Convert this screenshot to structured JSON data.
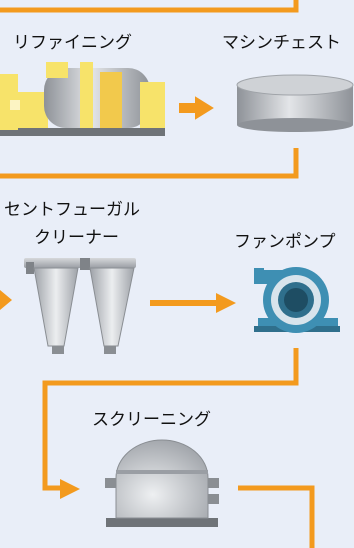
{
  "process_steps": {
    "refining": "リファイニング",
    "machine_chest": "マシンチェスト",
    "centrifugal_cleaner_line1": "セントフューガル",
    "centrifugal_cleaner_line2": "クリーナー",
    "fan_pump": "ファンポンプ",
    "screening": "スクリーニング"
  },
  "colors": {
    "background": "#e9eef8",
    "flow_arrow": "#f39a1e",
    "refiner_body": "#f7e36a",
    "equipment_grey": "#b9bcc1",
    "pump_blue": "#3e8fb3"
  }
}
